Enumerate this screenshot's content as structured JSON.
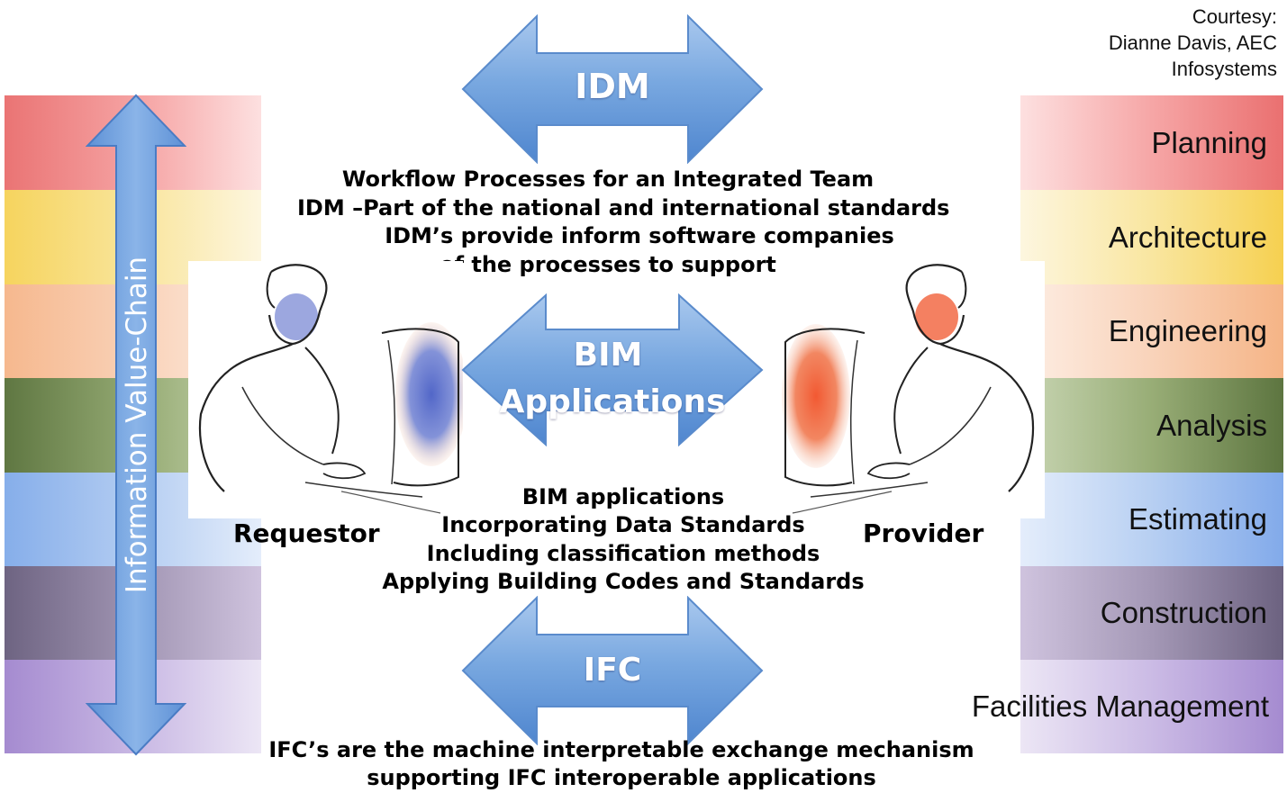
{
  "courtesy": {
    "lines": [
      "Courtesy:",
      "Dianne Davis, AEC",
      "Infosystems"
    ]
  },
  "value_chain": {
    "label": "Information Value-Chain"
  },
  "phases": [
    {
      "label": "Planning",
      "color": "#f08080"
    },
    {
      "label": "Architecture",
      "color": "#f7d86a"
    },
    {
      "label": "Engineering",
      "color": "#f8c39b"
    },
    {
      "label": "Analysis",
      "color": "#7a9155"
    },
    {
      "label": "Estimating",
      "color": "#8fb6ef"
    },
    {
      "label": "Construction",
      "color": "#8a7d9a"
    },
    {
      "label": "Facilities Management",
      "color": "#a98fd0"
    }
  ],
  "arrows": {
    "idm": {
      "label": "IDM"
    },
    "bim": {
      "line1": "BIM",
      "line2": "Applications"
    },
    "ifc": {
      "label": "IFC"
    }
  },
  "idm_text": [
    "Workflow Processes for an Integrated Team",
    "IDM –Part of the national and international standards",
    "IDM’s provide inform software companies",
    "of the processes to support"
  ],
  "bim_text": [
    "BIM applications",
    "Incorporating Data Standards",
    "Including classification methods",
    "Applying Building Codes and Standards"
  ],
  "ifc_text": [
    "IFC’s are the machine interpretable exchange mechanism",
    "supporting IFC interoperable applications"
  ],
  "people": {
    "requestor": {
      "label": "Requestor",
      "accent": "#4a5fc0"
    },
    "provider": {
      "label": "Provider",
      "accent": "#ee5a28"
    }
  },
  "colors": {
    "arrow_fill": "#6fa0dc",
    "arrow_light": "#c4daf3",
    "arrow_edge": "#5b8ccc"
  }
}
